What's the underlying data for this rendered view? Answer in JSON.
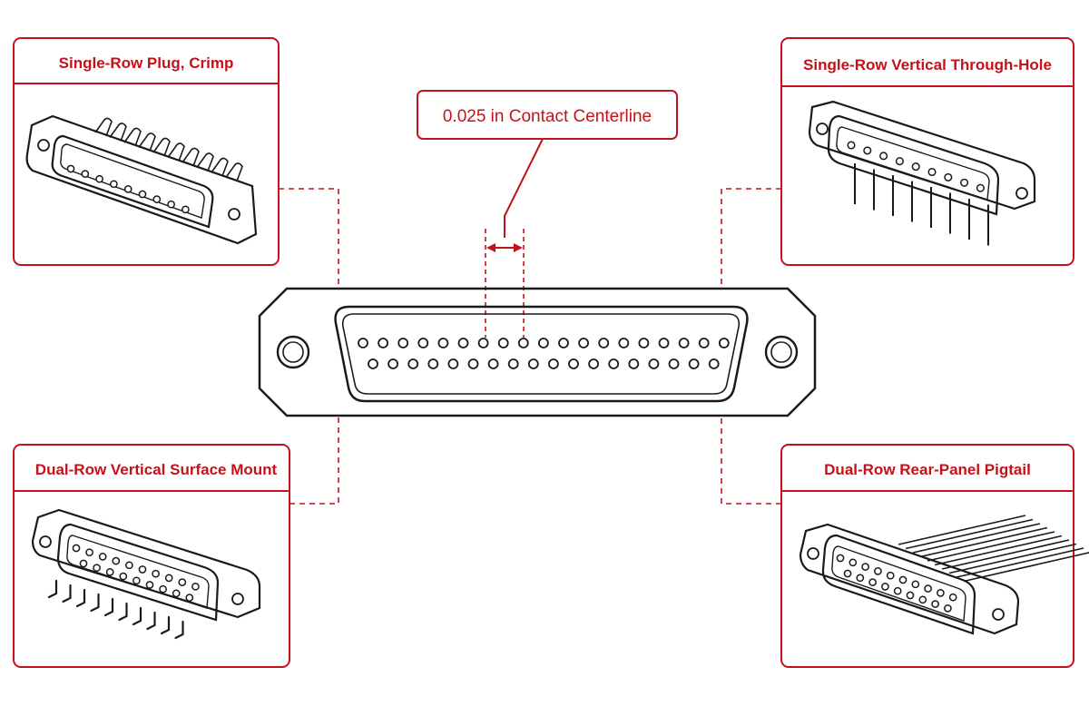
{
  "colors": {
    "accent": "#c4121a",
    "ink": "#1a1a1a",
    "background": "#ffffff"
  },
  "callout": {
    "text": "0.025 in Contact Centerline"
  },
  "panels": {
    "single_row_plug_crimp": {
      "title": "Single-Row Plug, Crimp"
    },
    "single_row_vertical_through_hole": {
      "title": "Single-Row Vertical Through-Hole"
    },
    "dual_row_vertical_surface_mount": {
      "title": "Dual-Row Vertical Surface Mount"
    },
    "dual_row_rear_panel_pigtail": {
      "title": "Dual-Row Rear-Panel Pigtail"
    }
  },
  "center_connector": {
    "top_row_contacts": 19,
    "bottom_row_contacts": 18
  }
}
